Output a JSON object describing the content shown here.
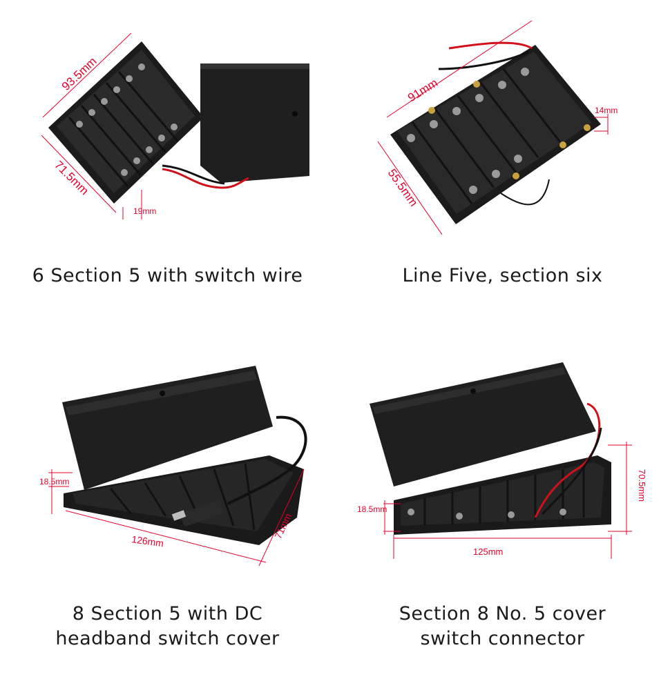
{
  "colors": {
    "dimension_red": "#e5002b",
    "holder_black": "#1b1b1b",
    "wire_red": "#d0101a"
  },
  "panels": [
    {
      "caption": [
        "6 Section 5 with switch wire"
      ],
      "dims": {
        "length": "93.5mm",
        "width": "71.5mm",
        "height": "19mm"
      }
    },
    {
      "caption": [
        "Line Five, section six"
      ],
      "dims": {
        "length": "91mm",
        "width": "55.5mm",
        "height": "14mm"
      }
    },
    {
      "caption": [
        "8 Section 5 with DC",
        "headband switch cover"
      ],
      "dims": {
        "height": "18.5mm",
        "length": "126mm",
        "width": "71mm"
      }
    },
    {
      "caption": [
        "Section 8 No. 5 cover",
        "switch connector"
      ],
      "dims": {
        "height": "18.5mm",
        "length": "125mm",
        "width": "70.5mm"
      }
    }
  ]
}
